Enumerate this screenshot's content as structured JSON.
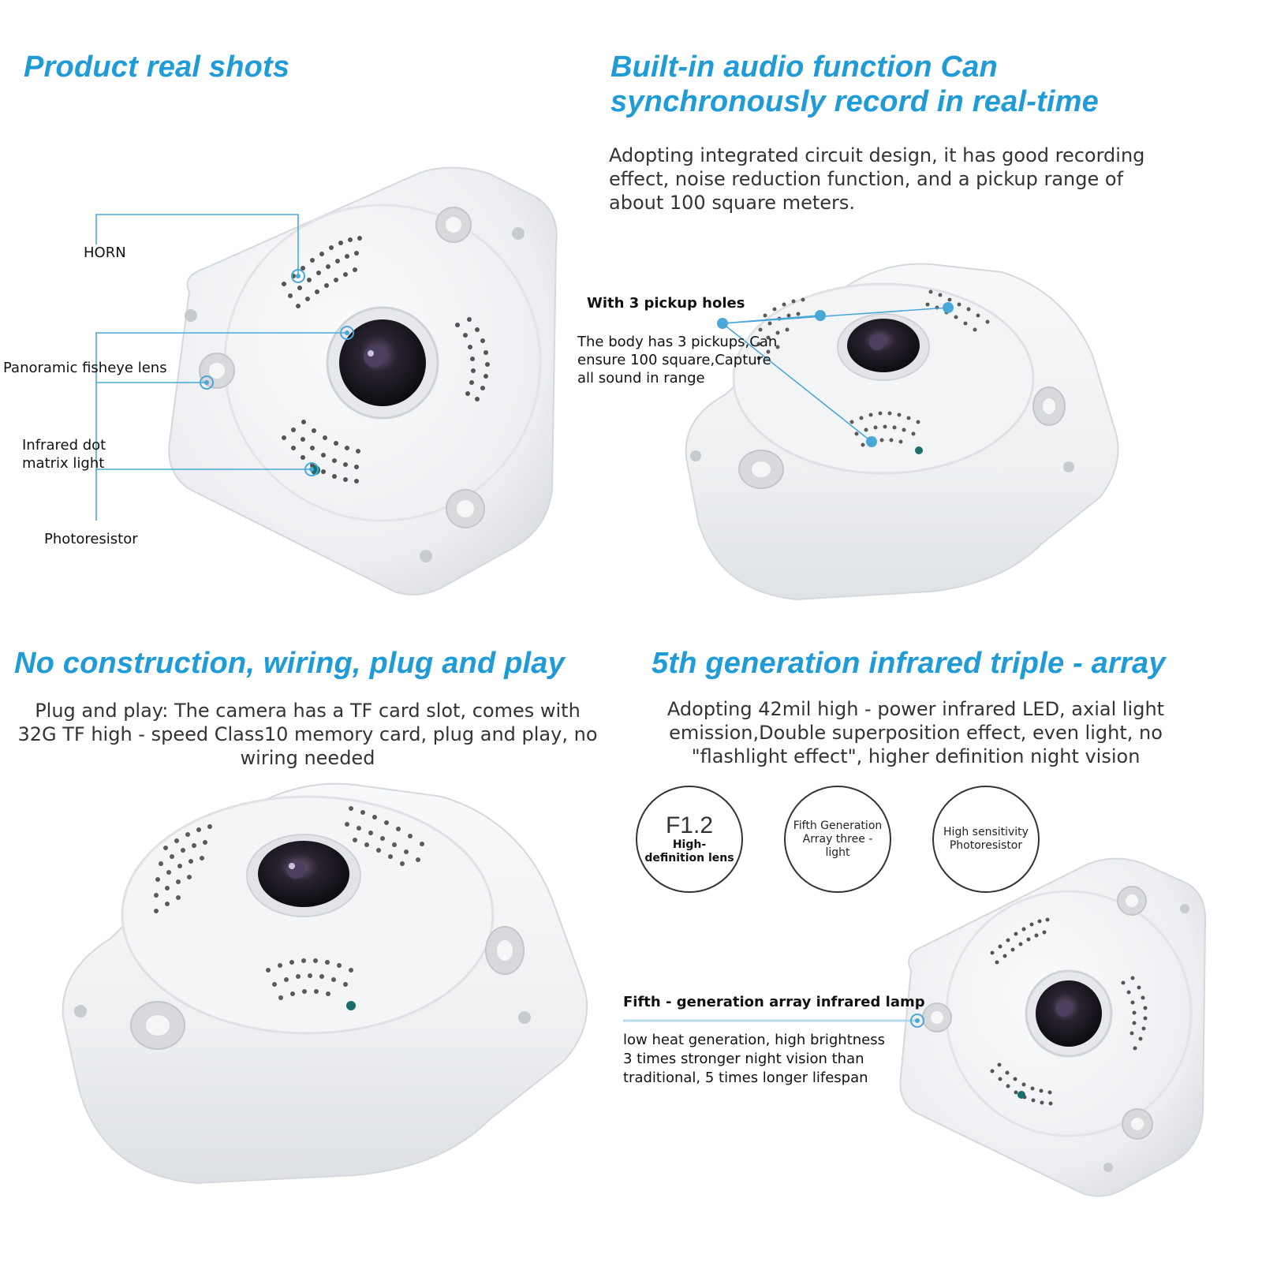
{
  "colors": {
    "accent": "#1f9bd7",
    "leader": "#4aa8d8",
    "device": "#f1f2f4",
    "device_shadow": "#d9dce0",
    "lens": "#1b1b1e"
  },
  "sections": {
    "product_shots": {
      "heading": "Product real shots",
      "callouts": {
        "horn": "HORN",
        "fisheye": "Panoramic fisheye lens",
        "infrared_line1": "Infrared dot",
        "infrared_line2": "matrix light",
        "photoresistor": "Photoresistor"
      }
    },
    "audio": {
      "heading_line1": "Built-in audio function Can",
      "heading_line2": "synchronously record in real-time",
      "description": "Adopting integrated circuit design, it has good recording effect, noise reduction function, and a pickup range of about 100 square meters.",
      "callout_title": "With 3 pickup holes",
      "callout_text": "The body has 3 pickups,Can ensure 100 square,Capture all sound in range"
    },
    "plug_play": {
      "heading": "No construction, wiring, plug and play",
      "description": "Plug and play: The camera has a TF card slot, comes with 32G TF high - speed Class10 memory card, plug and play, no wiring needed"
    },
    "infrared": {
      "heading": "5th generation infrared triple - array",
      "description": "Adopting 42mil high - power infrared LED, axial light emission,Double superposition effect, even light, no \"flashlight effect\", higher definition night vision",
      "badges": [
        {
          "big": "F1.2",
          "text": "High-definition lens"
        },
        {
          "text": "Fifth Generation Array three - light"
        },
        {
          "text": "High sensitivity Photoresistor"
        }
      ],
      "callout_title": "Fifth - generation array infrared lamp",
      "callout_line1": "low heat generation, high brightness",
      "callout_line2": "3 times stronger night vision than",
      "callout_line3": "traditional, 5 times longer lifespan"
    }
  }
}
